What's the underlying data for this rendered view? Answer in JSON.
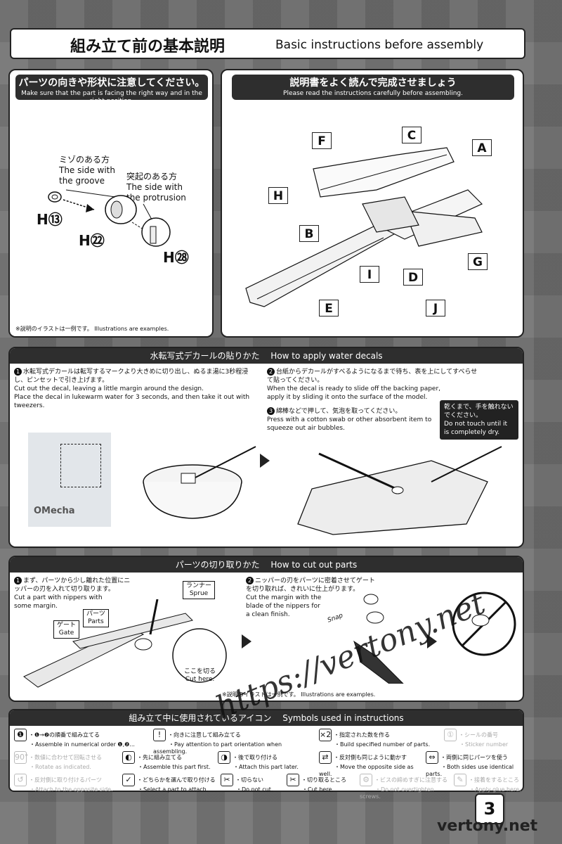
{
  "title": {
    "jp": "組み立て前の基本説明",
    "en": "Basic instructions before assembly"
  },
  "panel1": {
    "header_jp": "パーツの向きや形状に注意してください。",
    "header_en": "Make sure that the part is facing the right way and in the right position.",
    "groove_jp": "ミゾのある方",
    "groove_en_1": "The side with",
    "groove_en_2": "the groove",
    "prot_jp": "突起のある方",
    "prot_en_1": "The side with",
    "prot_en_2": "the protrusion",
    "part1": "H⑬",
    "part2": "H㉒",
    "part3": "H㉘",
    "footnote": "※説明のイラストは一例です。 Illustrations are examples."
  },
  "panel2": {
    "header_jp": "説明書をよく読んで完成させましょう",
    "header_en": "Please read the instructions carefully before assembling.",
    "labels": [
      "F",
      "C",
      "A",
      "H",
      "B",
      "G",
      "I",
      "D",
      "E",
      "J"
    ]
  },
  "decals": {
    "title_jp": "水転写式デカールの貼りかた",
    "title_en": "How to apply water decals",
    "s1_jp": "水転写式デカールは転写するマークより大きめに切り出し、ぬるま湯に3秒程浸し、ピンセットで引き上げます。",
    "s1_en_1": "Cut out the decal, leaving a little margin around the design.",
    "s1_en_2": "Place the decal in lukewarm water for 3 seconds, and then take it out with tweezers.",
    "s2_jp": "台紙からデカールがすべるようになるまで待ち、表を上にしてすべらせて貼ってください。",
    "s2_en_1": "When the decal is ready to slide off the backing paper,",
    "s2_en_2": "apply it by sliding it onto the surface of the model.",
    "s3_jp": "綿棒などで押して、気泡を取ってください。",
    "s3_en_1": "Press with a cotton swab or other absorbent item to",
    "s3_en_2": "squeeze out air bubbles.",
    "warn_jp": "乾くまで、手を触れないでください。",
    "warn_en": "Do not touch until it is completely dry.",
    "brand": "OMecha"
  },
  "cut": {
    "title_jp": "パーツの切り取りかた",
    "title_en": "How to cut out parts",
    "s1_jp": "まず、パーツから少し離れた位置にニッパーの刃を入れて切り取ります。",
    "s1_en_1": "Cut a part with nippers with",
    "s1_en_2": "some margin.",
    "runner_jp": "ランナー",
    "runner_en": "Sprue",
    "parts_jp": "パーツ",
    "parts_en": "Parts",
    "gate_jp": "ゲート",
    "gate_en": "Gate",
    "here_jp": "ここを切る",
    "here_en": "Cut here.",
    "s2_jp": "ニッパーの刃をパーツに密着させてゲートを切り取れば、きれいに仕上がります。",
    "s2_en_1": "Cut the margin with the",
    "s2_en_2": "blade of the nippers for",
    "s2_en_3": "a clean finish.",
    "snap": "Snap",
    "footnote": "※説明のイラストは一例です。 Illustrations are examples."
  },
  "symbols": {
    "title_jp": "組み立て中に使用されているアイコン",
    "title_en": "Symbols used in instructions",
    "items": [
      {
        "jp": "・❶→❷の順番で組み立てる",
        "en": "・Assemble in numerical order ❶,❷...",
        "icon": "❶",
        "faded": false
      },
      {
        "jp": "・向きに注意して組み立てる",
        "en": "・Pay attention to part orientation when assembling.",
        "icon": "!",
        "faded": false
      },
      {
        "jp": "・指定された数を作る",
        "en": "・Build specified number of parts.",
        "icon": "×2",
        "faded": false
      },
      {
        "jp": "・シールの番号",
        "en": "・Sticker number",
        "icon": "①",
        "faded": true
      },
      {
        "jp": "・数値に合わせて回転させる",
        "en": "・Rotate as indicated.",
        "icon": "90°",
        "faded": true
      },
      {
        "jp": "・先に組み立てる",
        "en": "・Assemble this part first.",
        "icon": "◐",
        "faded": false
      },
      {
        "jp": "・後で取り付ける",
        "en": "・Attach this part later.",
        "icon": "◑",
        "faded": false
      },
      {
        "jp": "・反対側も同じように動かす",
        "en": "・Move the opposite side as well.",
        "icon": "⇄",
        "faded": false
      },
      {
        "jp": "・両側に同じパーツを使う",
        "en": "・Both sides use identical parts.",
        "icon": "⇔",
        "faded": false
      },
      {
        "jp": "・反対側に取り付けるパーツ",
        "en": "・Attach to the opposite side.",
        "icon": "↺",
        "faded": true
      },
      {
        "jp": "・どちらかを選んで取り付ける",
        "en": "・Select a part to attach.",
        "icon": "✓",
        "faded": false
      },
      {
        "jp": "・切らない",
        "en": "・Do not cut.",
        "icon": "✂",
        "faded": false
      },
      {
        "jp": "・切り取るところ",
        "en": "・Cut here.",
        "icon": "✂",
        "faded": false
      },
      {
        "jp": "・ビスの締めすぎに注意する",
        "en": "・Do not overtighten screws.",
        "icon": "⚙",
        "faded": true
      },
      {
        "jp": "・接着をするところ",
        "en": "・Apply glue here.",
        "icon": "✎",
        "faded": true
      }
    ]
  },
  "page_number": "3",
  "watermark_url": "https://vertony.net",
  "watermark_site": "vertony.net"
}
